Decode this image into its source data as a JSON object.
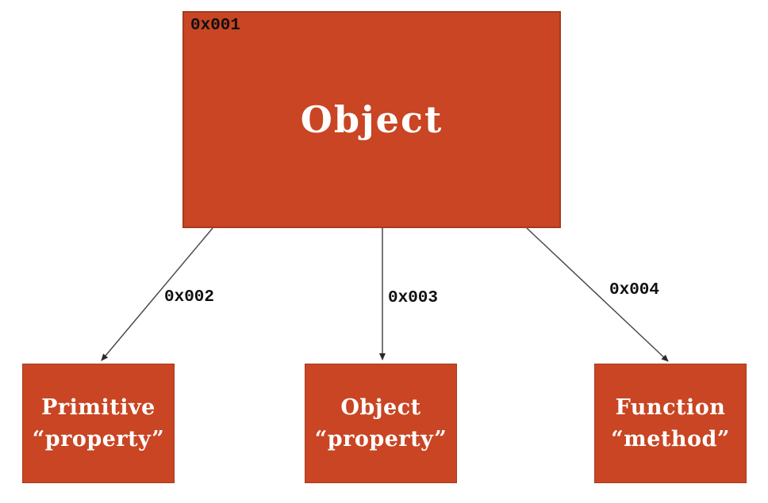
{
  "colors": {
    "box_fill": "#C94523",
    "box_border": "#A63A1E",
    "box_text": "#FFFFFF",
    "label_text": "#101010",
    "arrow": "#4A4A4A",
    "background": "#FFFFFF"
  },
  "root_box": {
    "address": "0x001",
    "title": "Object"
  },
  "edges": [
    {
      "label": "0x002",
      "from": "0x001",
      "to": "Primitive “property”"
    },
    {
      "label": "0x003",
      "from": "0x001",
      "to": "Object “property”"
    },
    {
      "label": "0x004",
      "from": "0x001",
      "to": "Function “method”"
    }
  ],
  "children": [
    {
      "line1": "Primitive",
      "line2": "“property”"
    },
    {
      "line1": "Object",
      "line2": "“property”"
    },
    {
      "line1": "Function",
      "line2": "“method”"
    }
  ]
}
